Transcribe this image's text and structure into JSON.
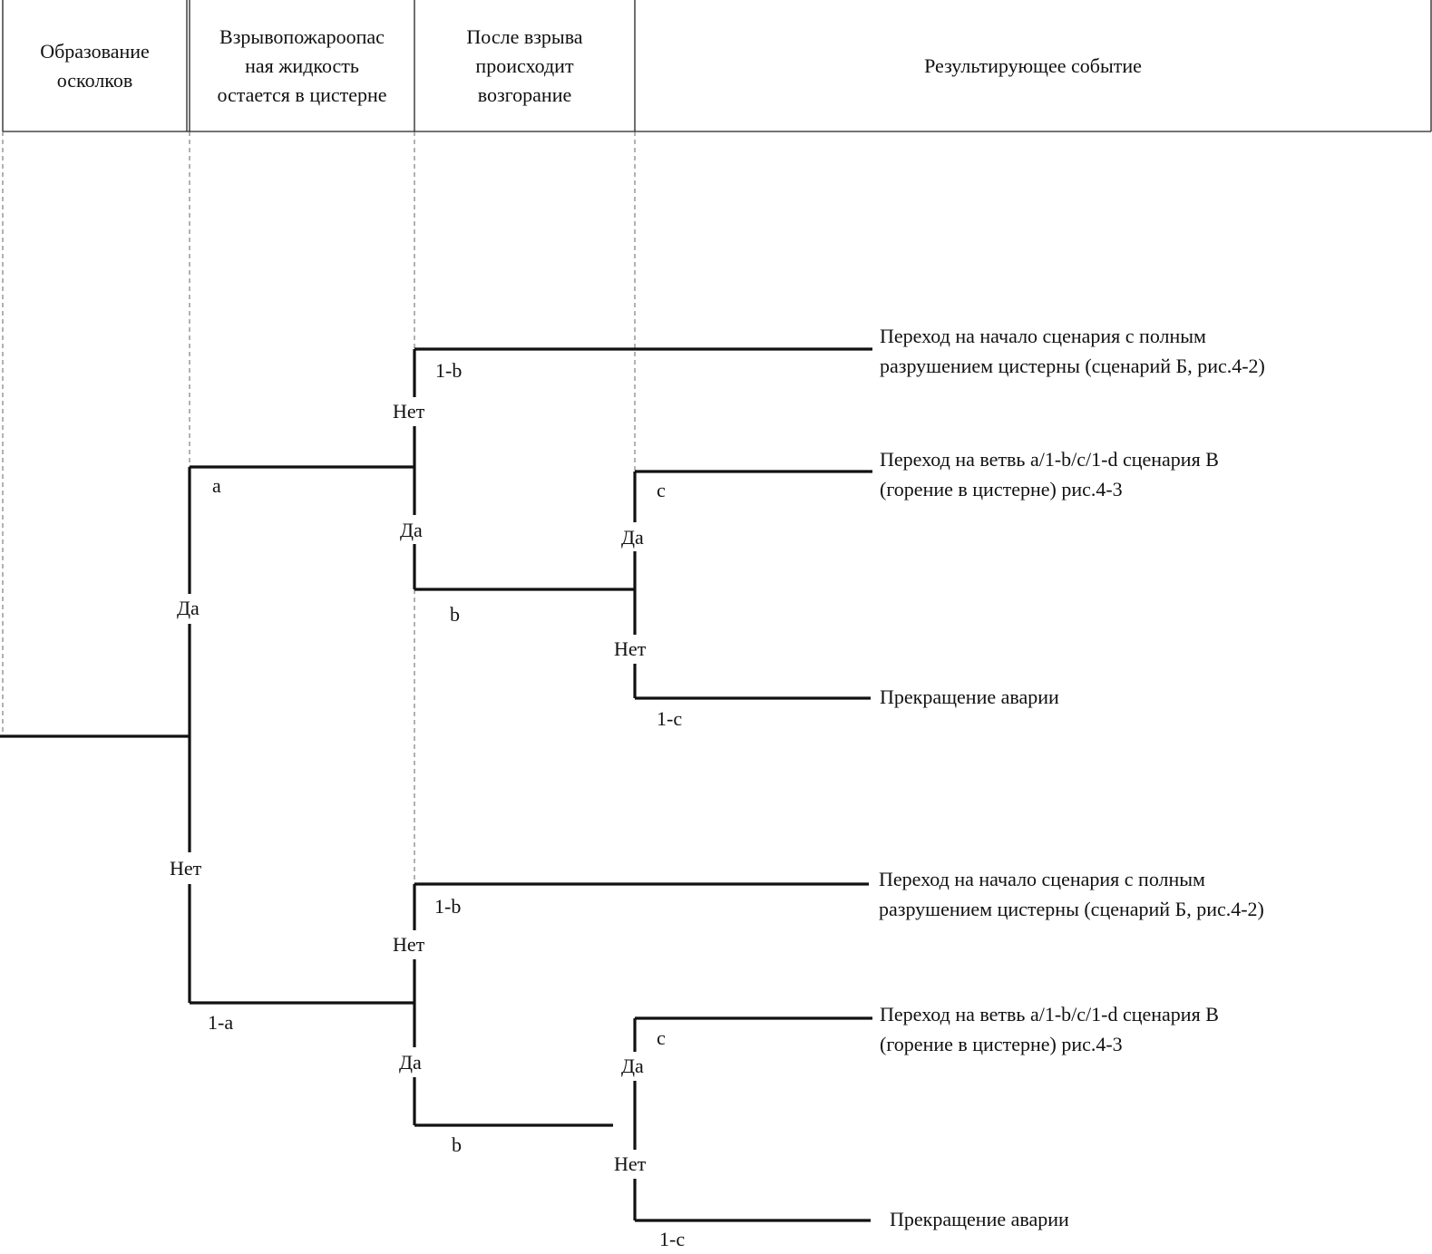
{
  "header": {
    "col1": [
      "Образование",
      "осколков"
    ],
    "col2": [
      "Взрывопожароопас",
      "ная жидкость",
      "остается в цистерне"
    ],
    "col3": [
      "После взрыва",
      "происходит",
      "возгорание"
    ],
    "col4": "Результирующее событие"
  },
  "branches": {
    "top_da": "Да",
    "top_a": "a",
    "bottom_net": "Нет",
    "bottom_1a": "1-a",
    "u_net": "Нет",
    "u_1b": "1-b",
    "u_da": "Да",
    "u_b": "b",
    "uc_da": "Да",
    "uc_c": "c",
    "uc_net": "Нет",
    "uc_1c": "1-c",
    "l_net": "Нет",
    "l_1b": "1-b",
    "l_da": "Да",
    "l_b": "b",
    "lc_da": "Да",
    "lc_c": "c",
    "lc_net": "Нет",
    "lc_1c": "1-c"
  },
  "outcomes": {
    "o1": [
      "Переход на начало сценария  с полным",
      "разрушением цистерны (сценарий Б, рис.4-2)"
    ],
    "o2": [
      "Переход на ветвь a/1-b/c/1-d сценария В",
      "(горение в цистерне) рис.4-3"
    ],
    "o3": "Прекращение аварии",
    "o4": [
      "Переход на начало сценария  с полным",
      "разрушением цистерны (сценарий Б, рис.4-2)"
    ],
    "o5": [
      "Переход на ветвь a/1-b/c/1-d сценария В",
      "(горение в цистерне) рис.4-3"
    ],
    "o6": "Прекращение аварии"
  }
}
